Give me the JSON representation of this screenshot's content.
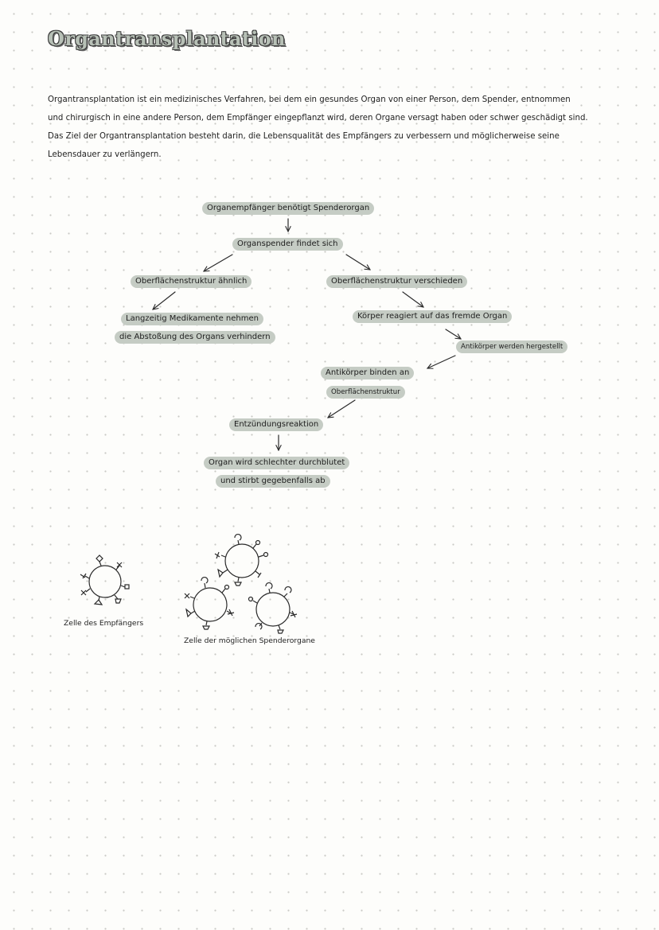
{
  "title": "Organtransplantation",
  "intro_lines": [
    "Organtransplantation ist ein medizinisches Verfahren, bei dem ein gesundes Organ von einer Person, dem Spender, entnommen",
    "und chirurgisch in eine andere Person, dem Empfänger eingepflanzt wird, deren Organe versagt haben oder schwer geschädigt sind.",
    "Das Ziel der Organtransplantation besteht darin, die Lebensqualität des Empfängers zu verbessern und möglicherweise seine",
    "Lebensdauer zu verlängern."
  ],
  "flowchart": {
    "n1": "Organempfänger benötigt Spenderorgan",
    "n2": "Organspender findet sich",
    "n3": "Oberflächenstruktur ähnlich",
    "n4": "Oberflächenstruktur verschieden",
    "n5a": "Langzeitig Medikamente nehmen",
    "n5b": "die Abstoßung des Organs verhindern",
    "n6": "Körper reagiert auf das fremde Organ",
    "n7": "Antikörper werden hergestellt",
    "n8a": "Antikörper binden an",
    "n8b": "Oberflächenstruktur",
    "n9": "Entzündungsreaktion",
    "n10a": "Organ wird schlechter durchblutet",
    "n10b": "und stirbt gegebenfalls ab"
  },
  "cells": {
    "recipient_label": "Zelle des Empfängers",
    "donor_label": "Zelle der möglichen Spenderorgane"
  }
}
